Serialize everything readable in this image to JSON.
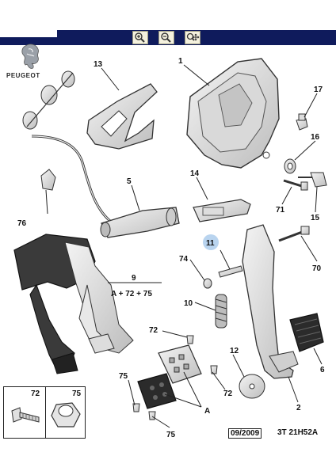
{
  "toolbar": {
    "buttons": [
      {
        "icon": "zoom-in-icon"
      },
      {
        "icon": "zoom-out-icon"
      },
      {
        "icon": "zoom-move-icon"
      }
    ]
  },
  "brand": {
    "name": "PEUGEOT"
  },
  "callouts": {
    "c1": "1",
    "c2": "2",
    "c5": "5",
    "c6": "6",
    "c9": "9",
    "c10": "10",
    "c11": "11",
    "c12": "12",
    "c13": "13",
    "c14": "14",
    "c15": "15",
    "c16": "16",
    "c17": "17",
    "c70": "70",
    "c71": "71",
    "c72a": "72",
    "c72b": "72",
    "c74": "74",
    "c75a": "75",
    "c75b": "75",
    "c76": "76",
    "cA": "A",
    "c9formula": "A + 72 + 75"
  },
  "legend": {
    "left_label": "72",
    "right_label": "75"
  },
  "footer": {
    "date": "09/2009",
    "ref": "3T 21H52A"
  },
  "colors": {
    "toolbar_bg": "#0f1b5c",
    "highlight": "#b9d4ef",
    "part_fill": "#e6e6e6",
    "part_stroke": "#333333"
  }
}
